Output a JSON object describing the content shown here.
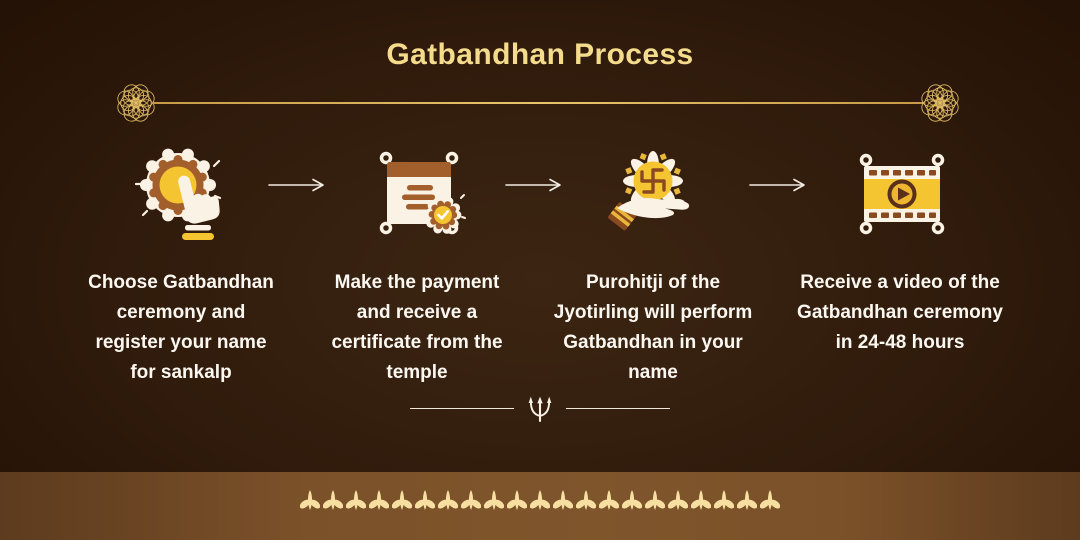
{
  "title": "Gatbandhan Process",
  "steps": [
    {
      "icon": "hand-click-icon",
      "text": "Choose Gatbandhan\nceremony and\nregister your name\nfor sankalp"
    },
    {
      "icon": "certificate-icon",
      "text": "Make the payment\nand receive a\ncertificate from the\ntemple"
    },
    {
      "icon": "swastika-hand-icon",
      "text": "Purohitji of the\nJyotirling will perform\nGatbandhan in your\nname"
    },
    {
      "icon": "video-reel-icon",
      "text": "Receive a video of the\nGatbandhan ceremony\nin 24-48 hours"
    }
  ],
  "decor": {
    "ornament_icon": "mandala-icon",
    "trident_icon": "trishul-icon",
    "leaf_icon": "leaf-icon",
    "leaf_count": 21,
    "colors": {
      "background_dark": "#271407",
      "background_mid": "#3C2512",
      "title_gold": "#F5DC8C",
      "line_gold": "#E8C56A",
      "text_white": "#FBF7F1",
      "strip_brown": "#7B5129",
      "icon_yellow": "#F4C431",
      "icon_brown": "#A35F2B",
      "icon_dark_brown": "#59301A",
      "icon_cream": "#FAF2E4",
      "leaf_cream": "#F6DFA0"
    }
  }
}
